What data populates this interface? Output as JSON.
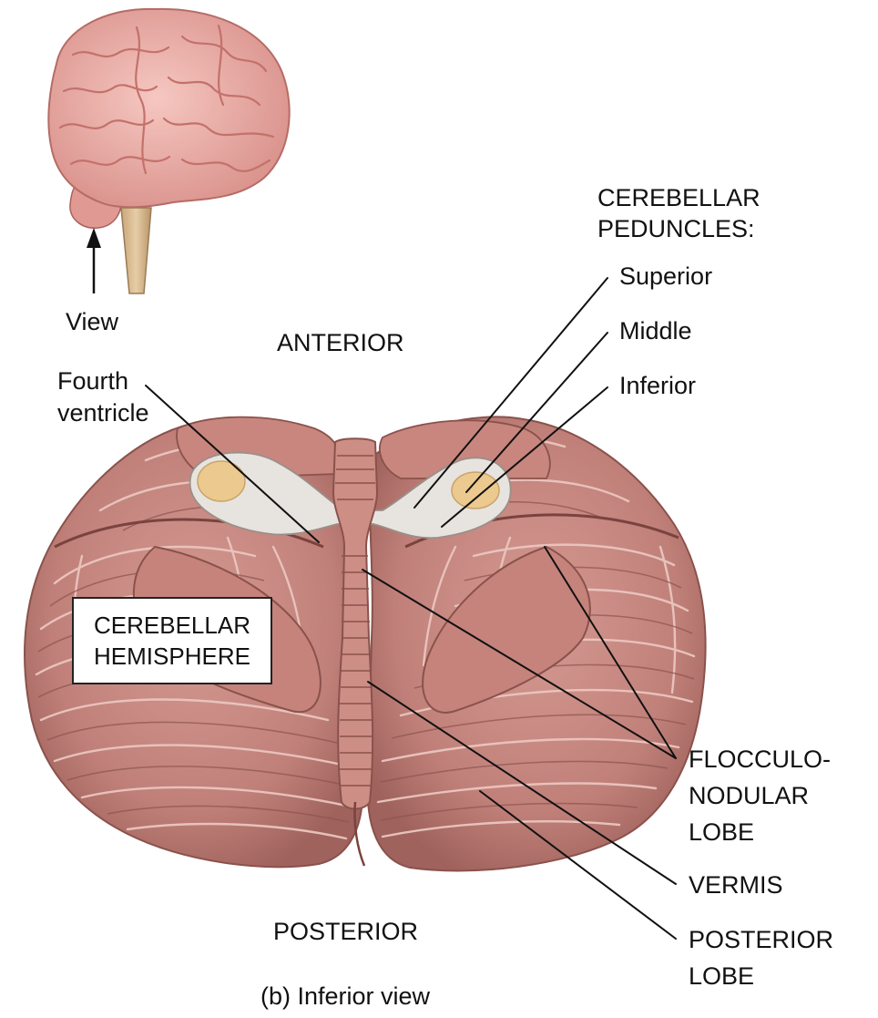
{
  "figure": {
    "caption": "(b) Inferior view",
    "view_label": "View",
    "orientation": {
      "anterior": "ANTERIOR",
      "posterior": "POSTERIOR"
    },
    "peduncles": {
      "heading": "CEREBELLAR\nPEDUNCLES:",
      "superior": "Superior",
      "middle": "Middle",
      "inferior": "Inferior"
    },
    "labels": {
      "fourth_ventricle": "Fourth\nventricle",
      "cerebellar_hemisphere": "CEREBELLAR\nHEMISPHERE",
      "flocculonodular_lobe": "FLOCCULO-\nNODULAR\nLOBE",
      "vermis": "VERMIS",
      "posterior_lobe": "POSTERIOR\nLOBE"
    },
    "colors": {
      "cerebellum": "#c98b83",
      "cerebellum_dark": "#9e5f59",
      "folia_line": "#e9c4bd",
      "brain": "#f0b3ad",
      "brainstem": "#d9b98f",
      "peduncle_cut": "#e8e6e3",
      "peduncle_core": "#ecc98e"
    }
  }
}
